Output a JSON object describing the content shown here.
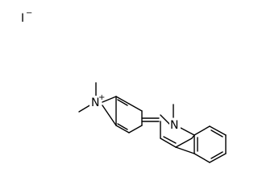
{
  "atoms": {
    "counterion": {
      "symbol": "I",
      "charge": "−"
    },
    "ammonium_nitrogen": {
      "symbol": "N",
      "charge": "+"
    },
    "quinoline_nitrogen": {
      "symbol": "N"
    }
  },
  "colors": {
    "ink": "#000000",
    "background": "#ffffff"
  }
}
